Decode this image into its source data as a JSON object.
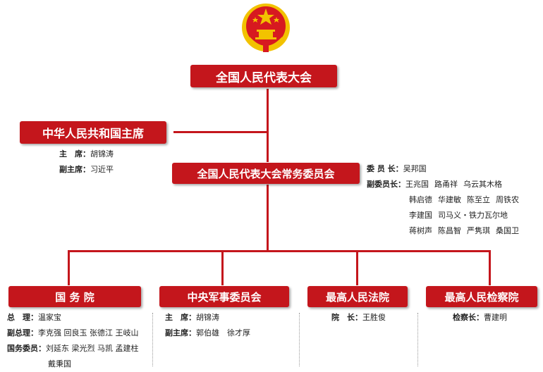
{
  "top": {
    "label": "全国人民代表大会"
  },
  "president": {
    "label": "中华人民共和国主席",
    "chair_title": "主　席：",
    "chair_name": "胡锦涛",
    "vice_title": "副主席：",
    "vice_name": "习近平"
  },
  "standing": {
    "label": "全国人民代表大会常务委员会",
    "chair_title": "委 员 长：",
    "chair_name": "吴邦国",
    "vice_title": "副委员长：",
    "vice_rows": [
      [
        "王兆国",
        "路甬祥",
        "乌云其木格"
      ],
      [
        "韩启德",
        "华建敏",
        "陈至立",
        "周铁农"
      ],
      [
        "李建国",
        "司马义・铁力瓦尔地"
      ],
      [
        "蒋树声",
        "陈昌智",
        "严隽琪",
        "桑国卫"
      ]
    ]
  },
  "state_council": {
    "label": "国 务 院",
    "premier_title": "总　理：",
    "premier_name": "温家宝",
    "vice_title": "副总理：",
    "vice_names": "李克强 回良玉 张德江 王岐山",
    "councilor_title": "国务委员：",
    "councilor_names": "刘延东 梁光烈 马凯 孟建柱",
    "councilor_names2": "戴秉国"
  },
  "military": {
    "label": "中央军事委员会",
    "chair_title": "主　席：",
    "chair_name": "胡锦涛",
    "vice_title": "副主席：",
    "vice_names": "郭伯雄　徐才厚"
  },
  "court": {
    "label": "最高人民法院",
    "president_title": "院　长：",
    "president_name": "王胜俊"
  },
  "procuratorate": {
    "label": "最高人民检察院",
    "chief_title": "检察长：",
    "chief_name": "曹建明"
  },
  "colors": {
    "accent": "#c4161c",
    "gold": "#f2c200"
  }
}
